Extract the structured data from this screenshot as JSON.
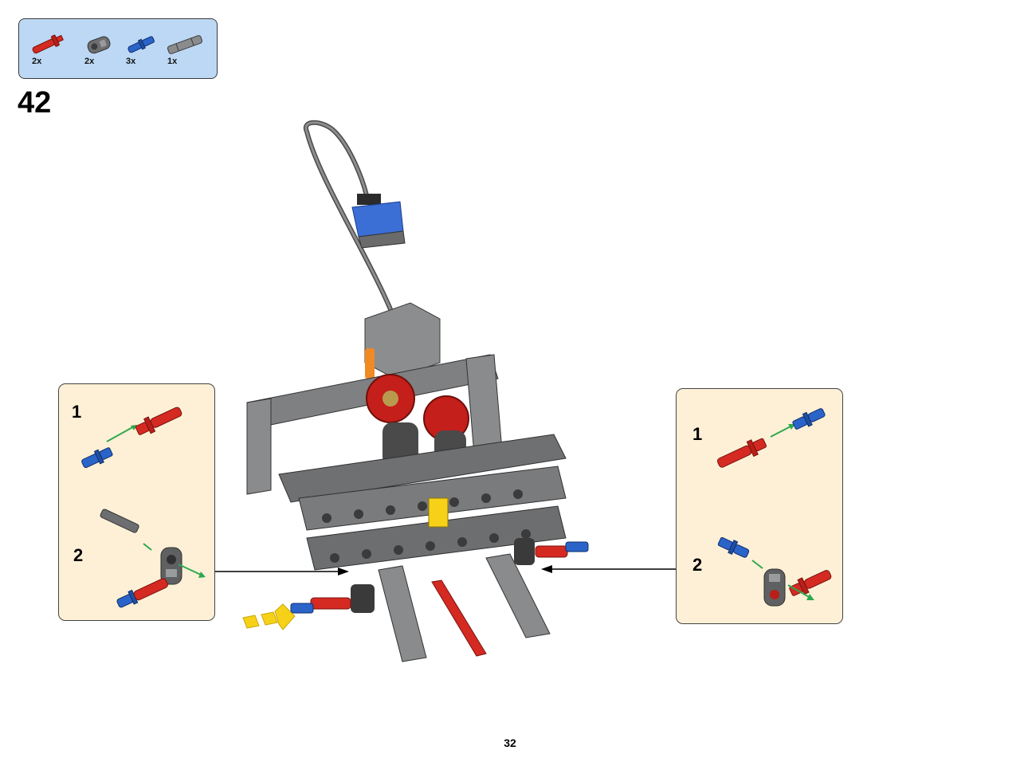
{
  "parts_list": {
    "items": [
      {
        "icon": "red-axle-pin-icon",
        "qty": "2x",
        "color": "#d42a22"
      },
      {
        "icon": "gray-perpendicular-connector-icon",
        "qty": "2x",
        "color": "#6d6e70"
      },
      {
        "icon": "blue-axle-pin-icon",
        "qty": "3x",
        "color": "#2a64c8"
      },
      {
        "icon": "gray-axle-connector-icon",
        "qty": "1x",
        "color": "#7d7e80"
      }
    ]
  },
  "step": {
    "number": "42"
  },
  "callouts": {
    "left": {
      "steps": [
        {
          "label": "1"
        },
        {
          "label": "2"
        }
      ]
    },
    "right": {
      "steps": [
        {
          "label": "1"
        },
        {
          "label": "2"
        }
      ]
    }
  },
  "page": {
    "number": "32"
  },
  "colors": {
    "parts_box_bg": "#bcd8f4",
    "callout_bg": "#fdf0d6",
    "lego_red": "#d42a22",
    "lego_blue": "#2a64c8",
    "lego_gray": "#6d6e70",
    "lego_yellow": "#f7d117",
    "arrow_green": "#2fa84f"
  }
}
